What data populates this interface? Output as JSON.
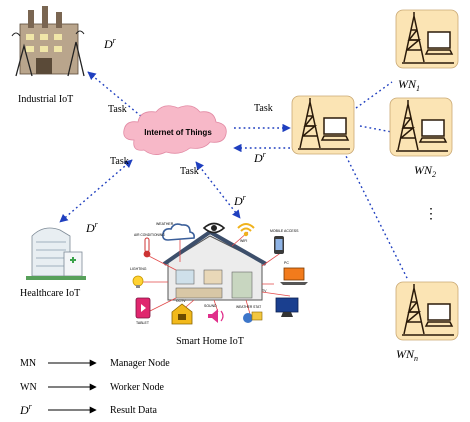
{
  "labels": {
    "industrial": "Industrial IoT",
    "healthcare": "Healthcare IoT",
    "smart_home": "Smart Home IoT",
    "cloud": "Internet of Things"
  },
  "edges": {
    "task": "Task",
    "result": "D",
    "result_sup": "r"
  },
  "workers": {
    "prefix": "WN",
    "items": [
      "1",
      "2",
      "n"
    ],
    "ellipsis": "⋮"
  },
  "smart_home_devices": {
    "weather": "WEATHER",
    "air": "AIR CONDITIONING",
    "lighting": "LIGHTING",
    "tablet": "TABLET",
    "cctv": "CCTV",
    "sound": "SOUND",
    "wifi": "WIFI",
    "mobile": "MOBILE ACCESS",
    "pc": "PC",
    "tv": "TV",
    "weather_stat": "WEATHER STAT"
  },
  "legend": [
    {
      "abbr": "MN",
      "meaning": "Manager Node"
    },
    {
      "abbr": "WN",
      "meaning": "Worker Node"
    },
    {
      "abbr": "D",
      "sup": "r",
      "meaning": "Result Data"
    }
  ],
  "colors": {
    "dotted": "#1f3fbf",
    "cloud": "#f7b8c8",
    "node_bg": "#fbe4b4",
    "tower": "#2a1a0a"
  }
}
